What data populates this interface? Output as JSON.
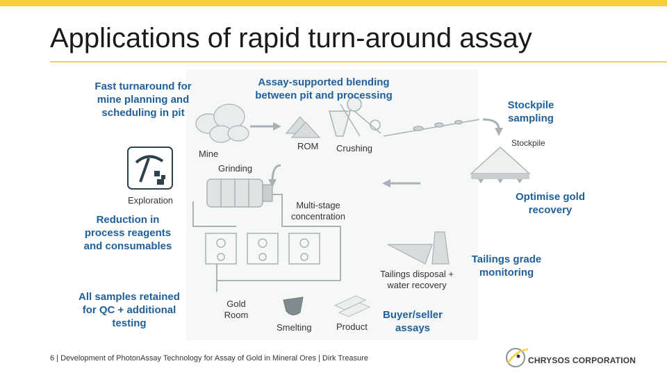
{
  "slide": {
    "title": "Applications of rapid turn-around assay",
    "footer": "6 | Development of PhotonAssay Technology for Assay of Gold in Mineral Ores | Dirk Treasure"
  },
  "benefits": {
    "mine_planning": "Fast turnaround for mine planning and scheduling in pit",
    "blending": "Assay-supported blending between pit and processing",
    "stockpile_sampling": "Stockpile sampling",
    "optimise_recovery": "Optimise gold recovery",
    "reduction_reagents": "Reduction in process reagents and consumables",
    "tailings_grade": "Tailings grade monitoring",
    "qc_retained": "All samples retained for QC + additional testing",
    "buyer_seller": "Buyer/seller assays"
  },
  "process": {
    "mine": "Mine",
    "rom": "ROM",
    "crushing": "Crushing",
    "stockpile": "Stockpile",
    "grinding": "Grinding",
    "exploration": "Exploration",
    "multistage": "Multi-stage concentration",
    "tailings": "Tailings disposal + water recovery",
    "gold_room": "Gold Room",
    "smelting": "Smelting",
    "product": "Product"
  },
  "logo": {
    "text": "CHRYSOS CORPORATION"
  },
  "colors": {
    "accent": "#f5cf3c",
    "benefit_text": "#1f5f9a",
    "process_gray": "#a9b1b5"
  }
}
